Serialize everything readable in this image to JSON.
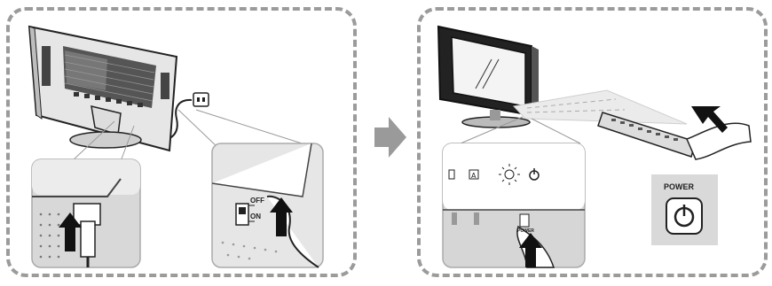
{
  "left_panel": {
    "switch_label_off": "OFF",
    "switch_label_on": "ON"
  },
  "right_panel": {
    "power_label": "POWER",
    "front_button_label": "POWER"
  }
}
